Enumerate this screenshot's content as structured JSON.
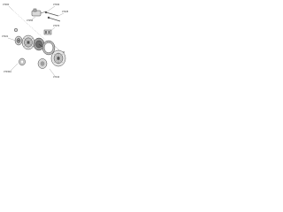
{
  "diagram": {
    "labels": {
      "ref_top_left": "37300",
      "ref_mid_left": "37350",
      "ref_top_right": "37330",
      "ref_bolt": "37325",
      "ref_pulley": "37321",
      "ref_regulator": "37370",
      "ref_housing": "37340",
      "ref_rotor": "37330A",
      "ref_bearing": "37310"
    },
    "colors": {
      "part_fill": "#d9d9d9",
      "part_dark": "#555555",
      "line": "#777777",
      "text": "#333333"
    }
  }
}
